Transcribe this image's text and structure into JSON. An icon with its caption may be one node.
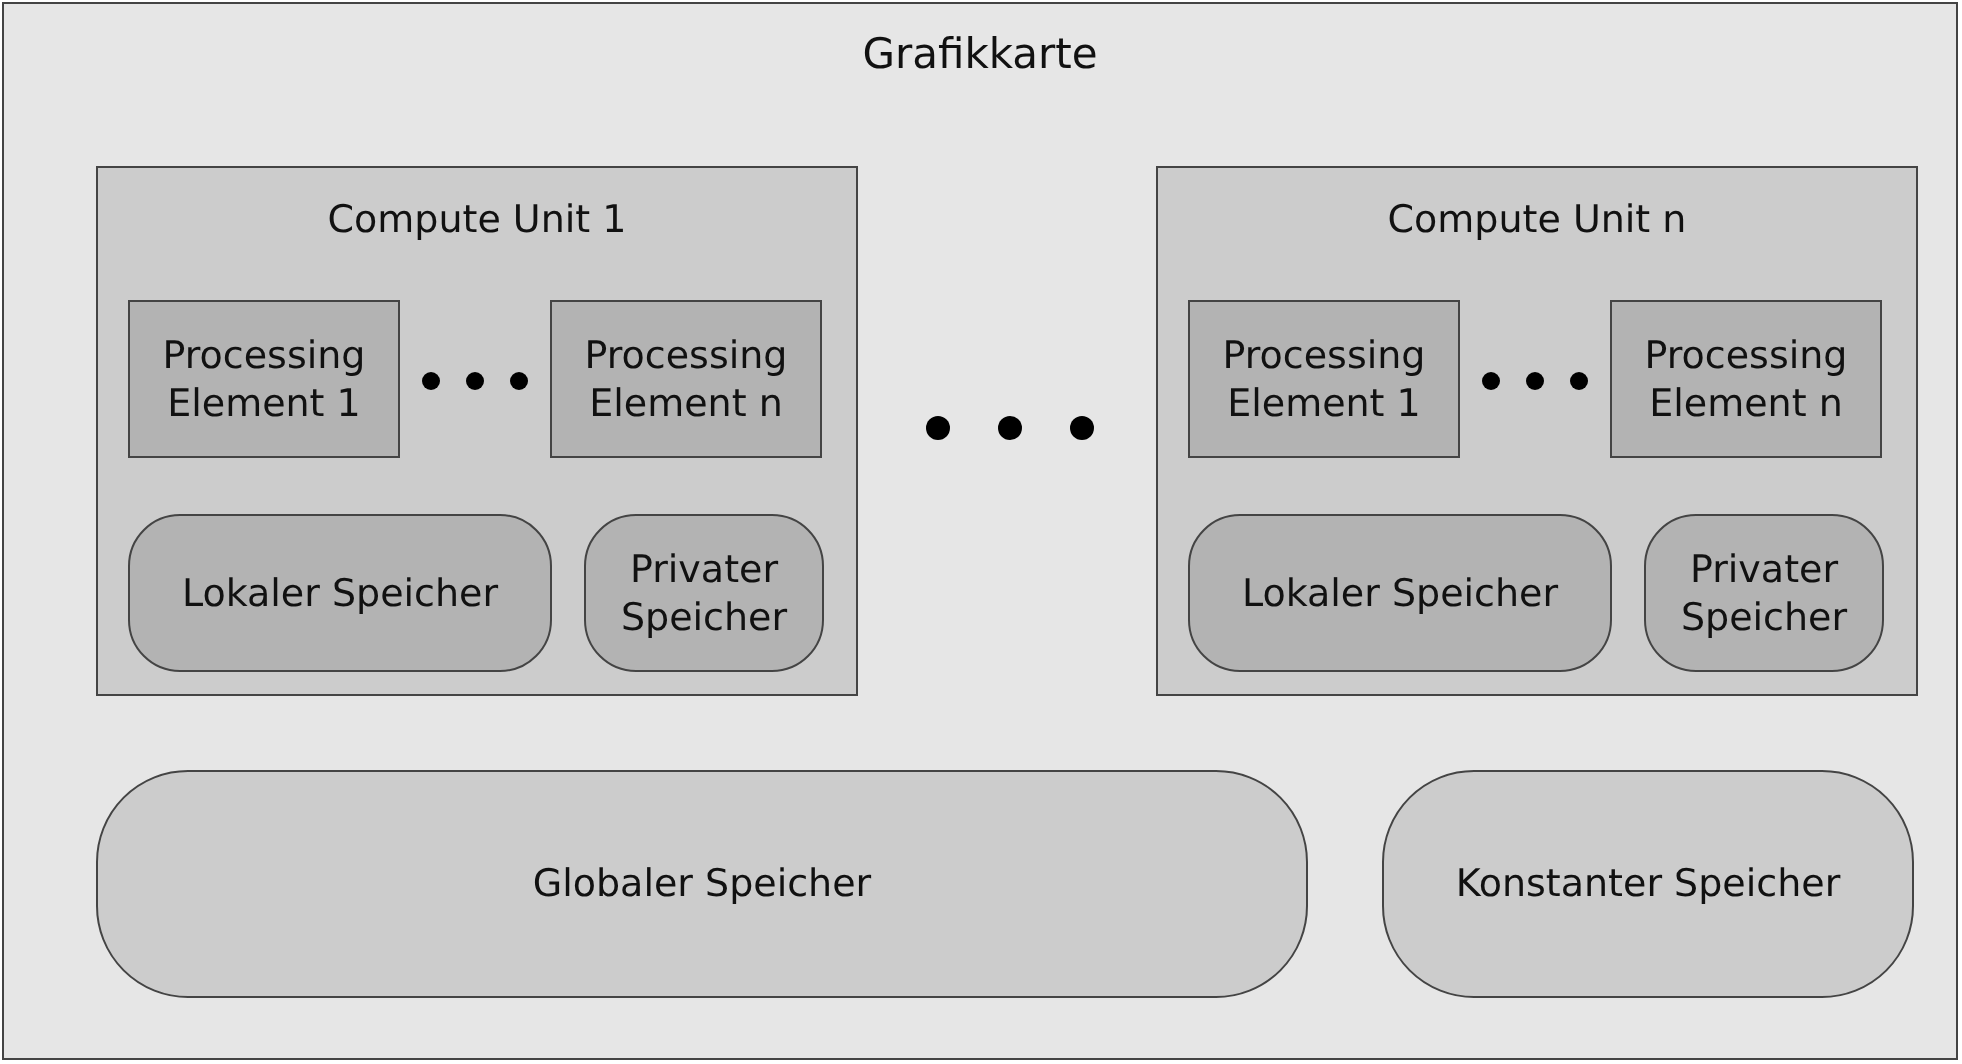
{
  "diagram": {
    "nodes": [
      {
        "text": [
          "Grafikkarte"
        ]
      },
      {
        "text": [
          "Compute Unit 1"
        ],
        "in": 0
      },
      {
        "text": [
          "Processing Element 1"
        ],
        "in": 1
      },
      {
        "text": [
          "Processing Element n"
        ],
        "in": 1
      },
      {
        "text": [
          "Lokaler Speicher"
        ],
        "in": 1
      },
      {
        "text": [
          "Privater Speicher"
        ],
        "in": 1
      },
      {
        "text": [
          "Compute Unit n"
        ],
        "in": 0
      },
      {
        "text": [
          "Processing Element 1"
        ],
        "in": 6
      },
      {
        "text": [
          "Processing Element n"
        ],
        "in": 6
      },
      {
        "text": [
          "Lokaler Speicher"
        ],
        "in": 6
      },
      {
        "text": [
          "Privater Speicher"
        ],
        "in": 6
      },
      {
        "text": [
          "Globaler Speicher"
        ],
        "in": 0
      },
      {
        "text": [
          "Konstanter Speicher"
        ],
        "in": 0
      }
    ]
  }
}
